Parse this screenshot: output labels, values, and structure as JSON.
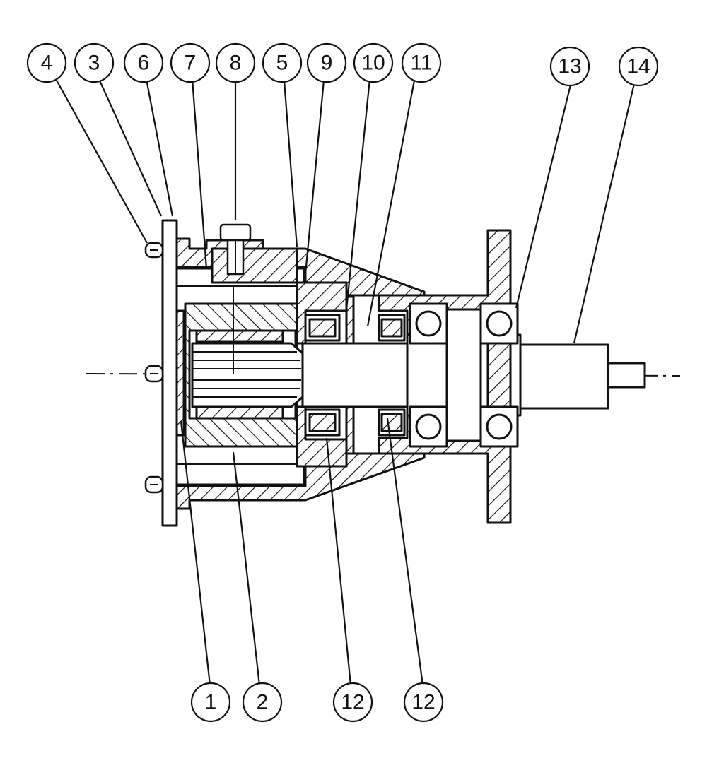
{
  "diagram": {
    "callouts_top": [
      "4",
      "3",
      "6",
      "7",
      "8",
      "5",
      "9",
      "10",
      "11",
      "13",
      "14"
    ],
    "callouts_bottom": [
      "1",
      "2",
      "12",
      "12"
    ]
  },
  "colors": {
    "line": "#111111",
    "background": "#ffffff"
  }
}
